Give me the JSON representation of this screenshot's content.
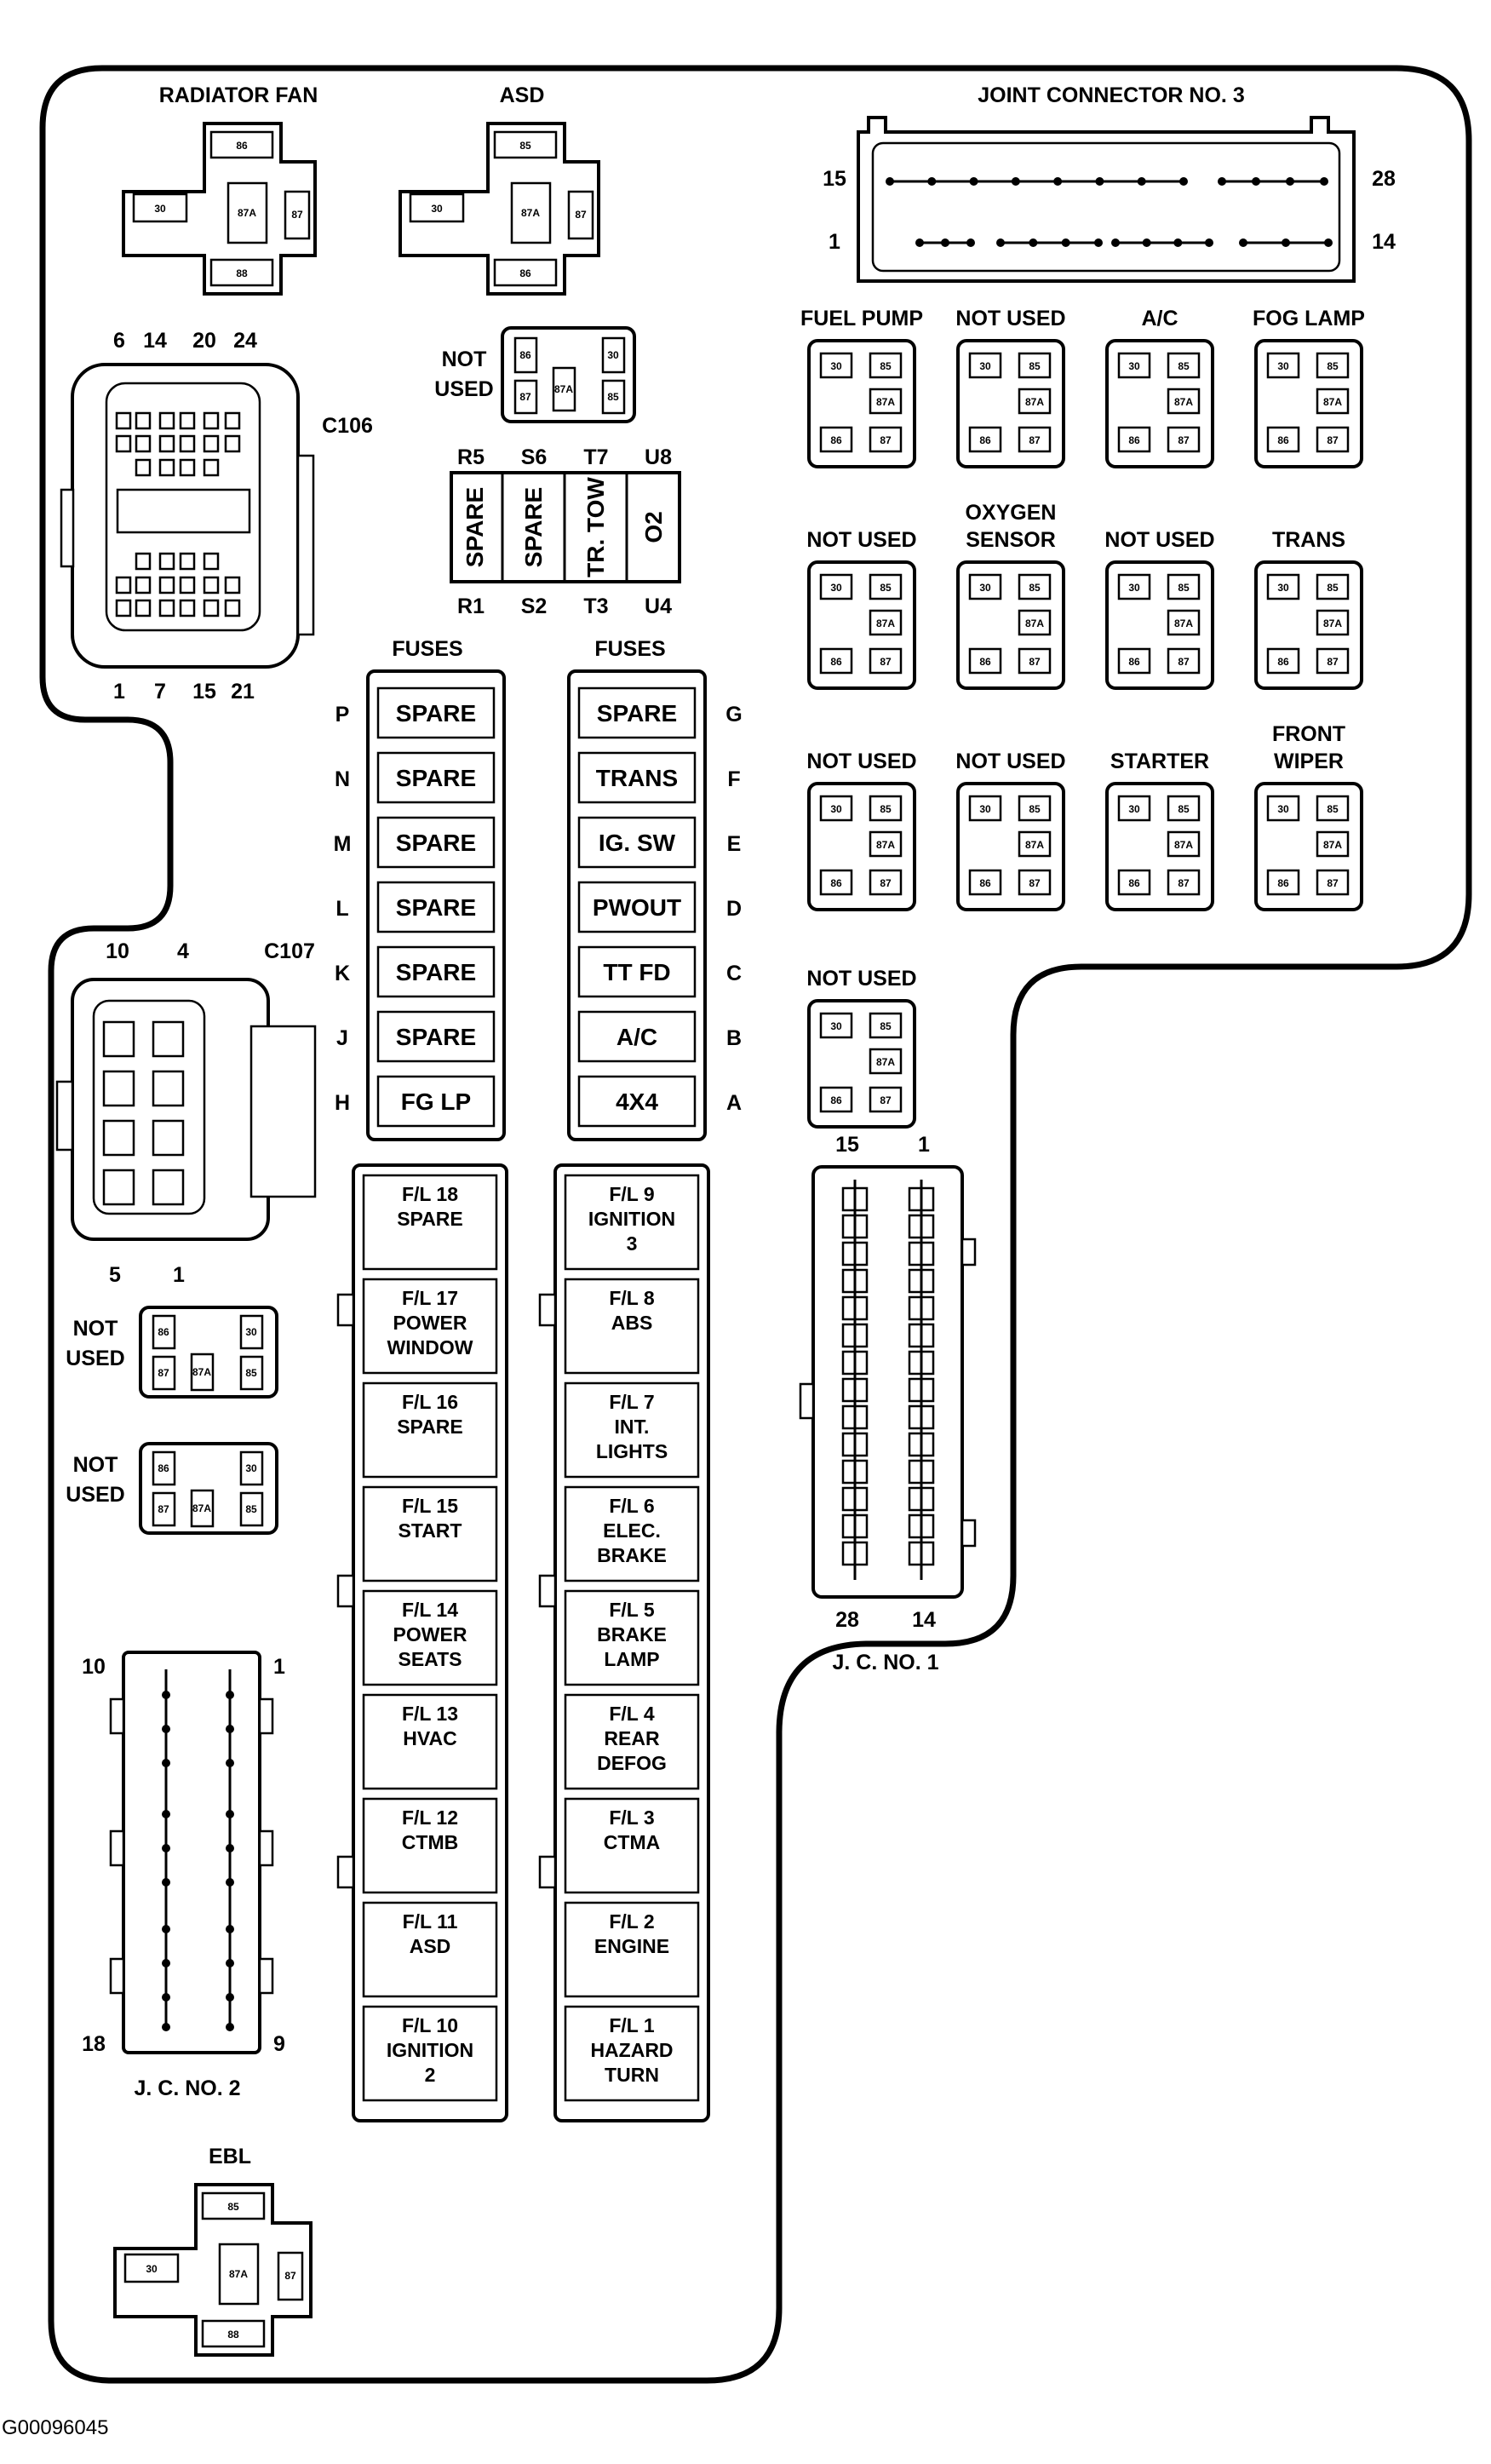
{
  "source_id": "G00096045",
  "top_relays": [
    {
      "label": "RADIATOR FAN",
      "pins": [
        "86",
        "30",
        "87A",
        "87",
        "88"
      ]
    },
    {
      "label": "ASD",
      "pins": [
        "85",
        "30",
        "87A",
        "87",
        "86"
      ]
    }
  ],
  "ebl": {
    "label": "EBL",
    "pins": [
      "85",
      "30",
      "87A",
      "87",
      "88"
    ]
  },
  "mini_relay_top": {
    "label_line1": "NOT",
    "label_line2": "USED",
    "pins": [
      "86",
      "30",
      "87",
      "87A",
      "85"
    ]
  },
  "left_mini_relays": [
    {
      "label_line1": "NOT",
      "label_line2": "USED",
      "pins": [
        "86",
        "30",
        "87",
        "87A",
        "85"
      ]
    },
    {
      "label_line1": "NOT",
      "label_line2": "USED",
      "pins": [
        "86",
        "30",
        "87",
        "87A",
        "85"
      ]
    }
  ],
  "c106": {
    "label": "C106",
    "top_pins": [
      "6",
      "14",
      "20",
      "24"
    ],
    "bottom_pins": [
      "1",
      "7",
      "15",
      "21"
    ]
  },
  "c107": {
    "label": "C107",
    "top_pins": [
      "10",
      "4"
    ],
    "bottom_pins": [
      "5",
      "1"
    ]
  },
  "joint_connector_3": {
    "label": "JOINT CONNECTOR NO. 3",
    "left_top": "15",
    "left_bottom": "1",
    "right_top": "28",
    "right_bottom": "14"
  },
  "jc1": {
    "label": "J. C. NO. 1",
    "top_left": "15",
    "top_right": "1",
    "bottom_left": "28",
    "bottom_right": "14"
  },
  "jc2": {
    "label": "J. C. NO. 2",
    "top_left": "10",
    "top_right": "1",
    "bottom_left": "18",
    "bottom_right": "9"
  },
  "vertical_fuses": {
    "top": [
      "R5",
      "S6",
      "T7",
      "U8"
    ],
    "bottom": [
      "R1",
      "S2",
      "T3",
      "U4"
    ],
    "names": [
      "SPARE",
      "SPARE",
      "TR. TOW",
      "O2"
    ]
  },
  "fuse_blocks": {
    "left_title": "FUSES",
    "right_title": "FUSES",
    "left": [
      {
        "pos": "P",
        "name": "SPARE"
      },
      {
        "pos": "N",
        "name": "SPARE"
      },
      {
        "pos": "M",
        "name": "SPARE"
      },
      {
        "pos": "L",
        "name": "SPARE"
      },
      {
        "pos": "K",
        "name": "SPARE"
      },
      {
        "pos": "J",
        "name": "SPARE"
      },
      {
        "pos": "H",
        "name": "FG LP"
      }
    ],
    "right": [
      {
        "pos": "G",
        "name": "SPARE"
      },
      {
        "pos": "F",
        "name": "TRANS"
      },
      {
        "pos": "E",
        "name": "IG. SW"
      },
      {
        "pos": "D",
        "name": "PWOUT"
      },
      {
        "pos": "C",
        "name": "TT FD"
      },
      {
        "pos": "B",
        "name": "A/C"
      },
      {
        "pos": "A",
        "name": "4X4"
      }
    ]
  },
  "fusible_links": {
    "left": [
      [
        "F/L 18",
        "SPARE"
      ],
      [
        "F/L 17",
        "POWER",
        "WINDOW"
      ],
      [
        "F/L 16",
        "SPARE"
      ],
      [
        "F/L 15",
        "START"
      ],
      [
        "F/L 14",
        "POWER",
        "SEATS"
      ],
      [
        "F/L 13",
        "HVAC"
      ],
      [
        "F/L 12",
        "CTMB"
      ],
      [
        "F/L 11",
        "ASD"
      ],
      [
        "F/L 10",
        "IGNITION",
        "2"
      ]
    ],
    "right": [
      [
        "F/L 9",
        "IGNITION",
        "3"
      ],
      [
        "F/L 8",
        "ABS"
      ],
      [
        "F/L 7",
        "INT.",
        "LIGHTS"
      ],
      [
        "F/L 6",
        "ELEC.",
        "BRAKE"
      ],
      [
        "F/L 5",
        "BRAKE",
        "LAMP"
      ],
      [
        "F/L 4",
        "REAR",
        "DEFOG"
      ],
      [
        "F/L 3",
        "CTMA"
      ],
      [
        "F/L 2",
        "ENGINE"
      ],
      [
        "F/L 1",
        "HAZARD",
        "TURN"
      ]
    ]
  },
  "relay_grid": [
    {
      "line1": "",
      "line2": "FUEL PUMP"
    },
    {
      "line1": "",
      "line2": "NOT USED"
    },
    {
      "line1": "",
      "line2": "A/C"
    },
    {
      "line1": "",
      "line2": "FOG LAMP"
    },
    {
      "line1": "",
      "line2": "NOT USED"
    },
    {
      "line1": "OXYGEN",
      "line2": "SENSOR"
    },
    {
      "line1": "",
      "line2": "NOT USED"
    },
    {
      "line1": "",
      "line2": "TRANS"
    },
    {
      "line1": "",
      "line2": "NOT USED"
    },
    {
      "line1": "",
      "line2": "NOT USED"
    },
    {
      "line1": "",
      "line2": "STARTER"
    },
    {
      "line1": "FRONT",
      "line2": "WIPER"
    },
    {
      "line1": "",
      "line2": "NOT USED"
    }
  ],
  "iso_relay_pins": [
    "30",
    "85",
    "87A",
    "86",
    "87"
  ]
}
